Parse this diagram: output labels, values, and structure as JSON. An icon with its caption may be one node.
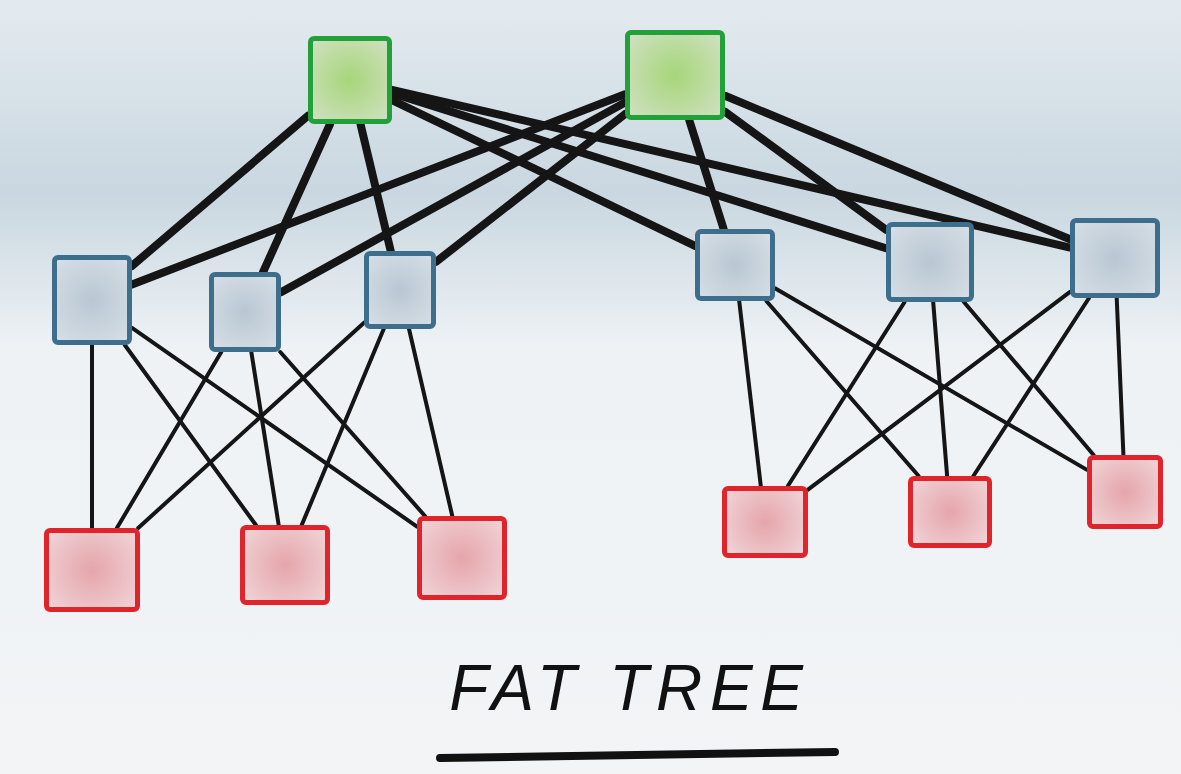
{
  "diagram": {
    "title": "FAT TREE",
    "nodes": [
      {
        "text": [],
        "shape": "box"
      },
      {
        "text": [],
        "shape": "box"
      },
      {
        "text": [],
        "shape": "box"
      },
      {
        "text": [],
        "shape": "box"
      },
      {
        "text": [],
        "shape": "box"
      },
      {
        "text": [],
        "shape": "box"
      },
      {
        "text": [],
        "shape": "box"
      },
      {
        "text": [],
        "shape": "box"
      },
      {
        "text": [],
        "shape": "box"
      },
      {
        "text": [],
        "shape": "box"
      },
      {
        "text": [],
        "shape": "box"
      },
      {
        "text": [],
        "shape": "box"
      },
      {
        "text": [],
        "shape": "box"
      },
      {
        "text": [],
        "shape": "box"
      }
    ],
    "edges": [
      {
        "from": 0,
        "to": 2,
        "arrow": "none",
        "style": "thick"
      },
      {
        "from": 0,
        "to": 3,
        "arrow": "none",
        "style": "thick"
      },
      {
        "from": 0,
        "to": 4,
        "arrow": "none",
        "style": "thick"
      },
      {
        "from": 0,
        "to": 5,
        "arrow": "none",
        "style": "thick"
      },
      {
        "from": 0,
        "to": 6,
        "arrow": "none",
        "style": "thick"
      },
      {
        "from": 0,
        "to": 7,
        "arrow": "none",
        "style": "thick"
      },
      {
        "from": 1,
        "to": 2,
        "arrow": "none",
        "style": "thick"
      },
      {
        "from": 1,
        "to": 3,
        "arrow": "none",
        "style": "thick"
      },
      {
        "from": 1,
        "to": 4,
        "arrow": "none",
        "style": "thick"
      },
      {
        "from": 1,
        "to": 5,
        "arrow": "none",
        "style": "thick"
      },
      {
        "from": 1,
        "to": 6,
        "arrow": "none",
        "style": "thick"
      },
      {
        "from": 1,
        "to": 7,
        "arrow": "none",
        "style": "thick"
      },
      {
        "from": 2,
        "to": 8,
        "arrow": "none"
      },
      {
        "from": 2,
        "to": 9,
        "arrow": "none"
      },
      {
        "from": 2,
        "to": 10,
        "arrow": "none"
      },
      {
        "from": 3,
        "to": 8,
        "arrow": "none"
      },
      {
        "from": 3,
        "to": 9,
        "arrow": "none"
      },
      {
        "from": 3,
        "to": 10,
        "arrow": "none"
      },
      {
        "from": 4,
        "to": 8,
        "arrow": "none"
      },
      {
        "from": 4,
        "to": 9,
        "arrow": "none"
      },
      {
        "from": 4,
        "to": 10,
        "arrow": "none"
      },
      {
        "from": 5,
        "to": 11,
        "arrow": "none"
      },
      {
        "from": 5,
        "to": 12,
        "arrow": "none"
      },
      {
        "from": 5,
        "to": 13,
        "arrow": "none"
      },
      {
        "from": 6,
        "to": 11,
        "arrow": "none"
      },
      {
        "from": 6,
        "to": 12,
        "arrow": "none"
      },
      {
        "from": 6,
        "to": 13,
        "arrow": "none"
      },
      {
        "from": 7,
        "to": 11,
        "arrow": "none"
      },
      {
        "from": 7,
        "to": 12,
        "arrow": "none"
      },
      {
        "from": 7,
        "to": 13,
        "arrow": "none"
      }
    ]
  }
}
